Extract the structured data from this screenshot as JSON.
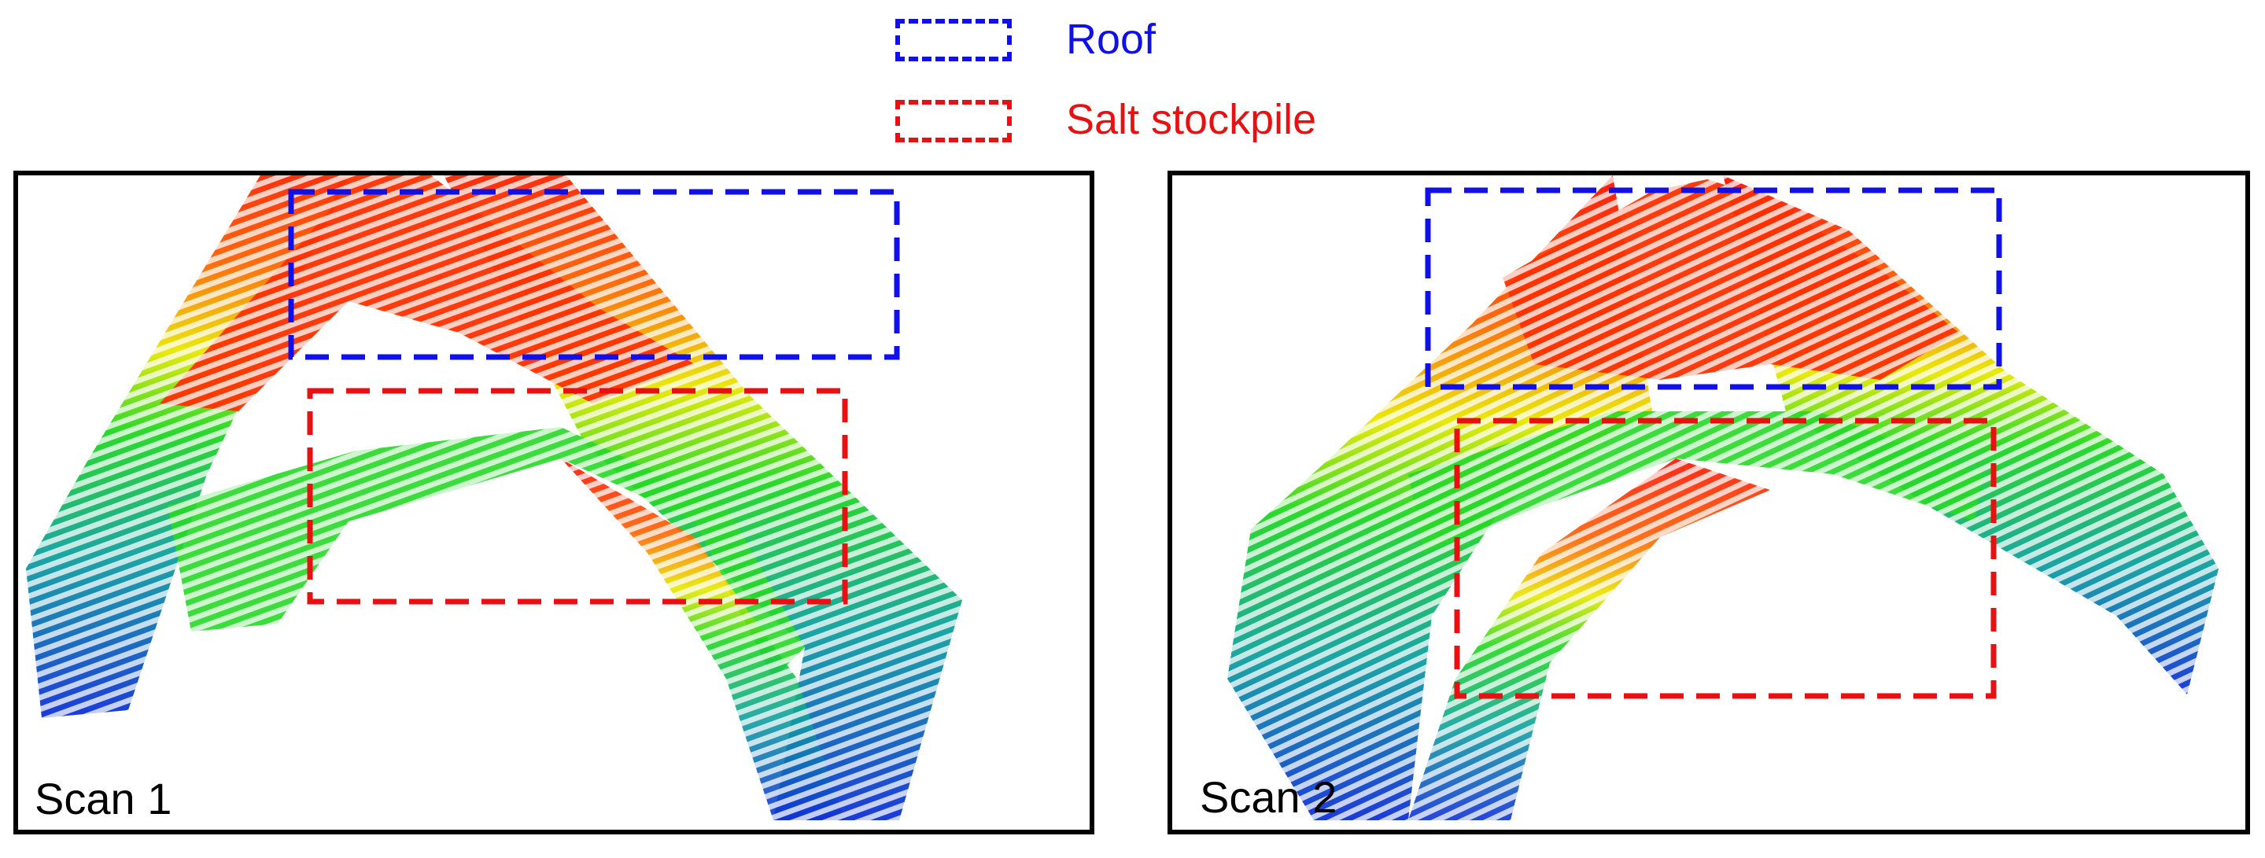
{
  "legend": {
    "items": [
      {
        "label": "Roof",
        "color": "#1010e8"
      },
      {
        "label": "Salt stockpile",
        "color": "#e81010"
      }
    ]
  },
  "panels": [
    {
      "label": "Scan 1"
    },
    {
      "label": "Scan 2"
    }
  ],
  "colors": {
    "roof_box": "#1010e8",
    "salt_box": "#e81010",
    "point_cloud_gradient": [
      "#1030d8",
      "#10a0a0",
      "#20d820",
      "#e8e800",
      "#ff6000",
      "#ff1000"
    ]
  }
}
